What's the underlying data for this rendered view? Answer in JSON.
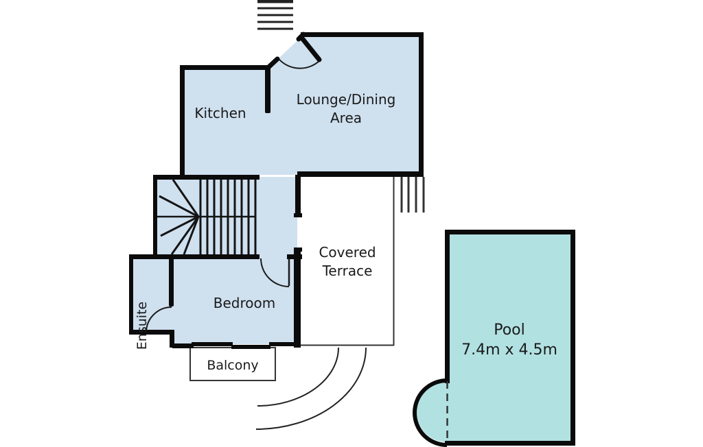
{
  "floor_plan": {
    "rooms": {
      "kitchen": {
        "label": "Kitchen"
      },
      "lounge": {
        "label_line1": "Lounge/Dining",
        "label_line2": "Area"
      },
      "covered_terrace": {
        "label_line1": "Covered",
        "label_line2": "Terrace"
      },
      "bedroom": {
        "label": "Bedroom"
      },
      "ensuite": {
        "label": "Ensuite"
      },
      "balcony": {
        "label": "Balcony"
      },
      "pool": {
        "label": "Pool",
        "dimensions": "7.4m x 4.5m"
      }
    },
    "features": {
      "staircase": "winder staircase",
      "entry_steps": "entry steps at top",
      "terrace_steps": "steps beside covered terrace",
      "garden_path": "curved path lines",
      "pool_step": "semicircular pool entry step"
    },
    "colors": {
      "room_fill": "#cfe0ef",
      "pool_fill": "#b2e1e2",
      "wall": "#0b0b0b",
      "line": "#333333",
      "text": "#1a1a1a",
      "background": "#ffffff"
    }
  }
}
